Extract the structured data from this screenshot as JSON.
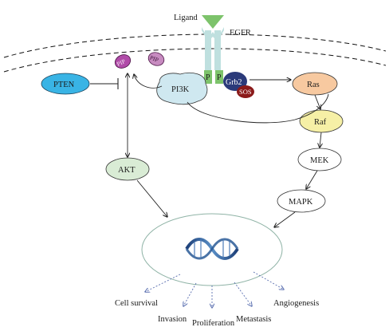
{
  "labels": {
    "ligand": "Ligand",
    "egfr": "EGFR",
    "p_left": "P",
    "p_right": "P",
    "grb2": "Grb2",
    "sos": "SOS",
    "ras": "Ras",
    "raf": "Raf",
    "mek": "MEK",
    "mapk": "MAPK",
    "pi3k": "PI3K",
    "pten": "PTEN",
    "akt": "AKT",
    "pip_left": "PIP",
    "pip_right": "PIP",
    "outcomes": {
      "cell_survival": "Cell survival",
      "invasion": "Invasion",
      "proliferation": "Proliferation",
      "metastasis": "Metastasis",
      "angiogenesis": "Angiogenesis"
    }
  },
  "colors": {
    "ligand": "#7dc36b",
    "receptor": "#bfe0df",
    "p_box": "#7dc36b",
    "grb2": "#2b3a7a",
    "sos": "#8b1a1a",
    "ras": "#f7c9a0",
    "raf": "#f6f0a6",
    "pi3k": "#cfe8f0",
    "pten": "#39b4e5",
    "akt": "#d9ecd5",
    "pip": "#b04ba8",
    "nucleus_stroke": "#8fb3a6"
  }
}
